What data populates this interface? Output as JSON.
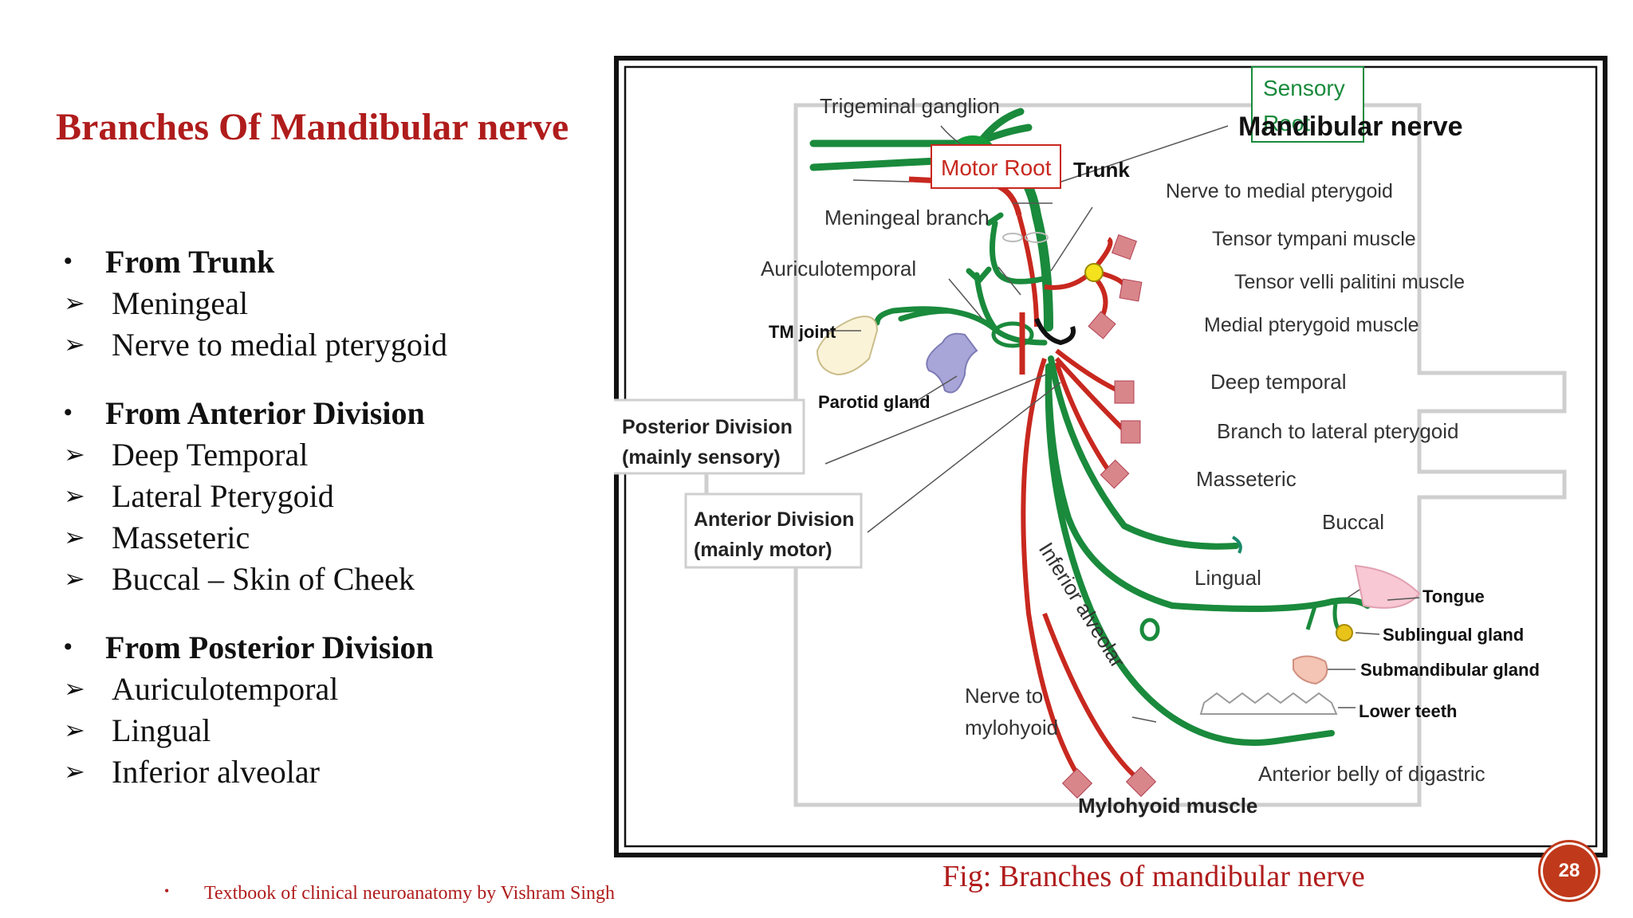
{
  "slide": {
    "title": "Branches Of Mandibular nerve",
    "sections": [
      {
        "heading": "From Trunk",
        "items": [
          "Meningeal",
          "Nerve to medial pterygoid"
        ]
      },
      {
        "heading": "From Anterior Division",
        "items": [
          "Deep Temporal",
          "Lateral Pterygoid",
          "Masseteric",
          "Buccal – Skin of Cheek"
        ]
      },
      {
        "heading": "From Posterior Division",
        "items": [
          "Auriculotemporal",
          "Lingual",
          "Inferior alveolar"
        ]
      }
    ],
    "reference": "Textbook of clinical neuroanatomy by Vishram Singh",
    "page_number": "28"
  },
  "figure": {
    "caption": "Fig: Branches of mandibular nerve",
    "labels": {
      "trigeminal_ganglion": "Trigeminal ganglion",
      "sensory_root_line1": "Sensory",
      "sensory_root_line2": "Root",
      "mandibular_nerve": "Mandibular nerve",
      "motor_root": "Motor Root",
      "trunk": "Trunk",
      "nerve_to_medial_pterygoid": "Nerve to medial pterygoid",
      "meningeal_branch": "Meningeal branch",
      "tensor_tympani": "Tensor tympani muscle",
      "auriculotemporal": "Auriculotemporal",
      "tensor_velli": "Tensor velli palitini muscle",
      "tm_joint": "TM joint",
      "medial_pterygoid_muscle": "Medial pterygoid muscle",
      "parotid_gland": "Parotid gland",
      "deep_temporal": "Deep temporal",
      "posterior_division_line1": "Posterior Division",
      "posterior_division_line2": "(mainly sensory)",
      "branch_lateral_pterygoid": "Branch to lateral pterygoid",
      "masseteric": "Masseteric",
      "buccal": "Buccal",
      "anterior_division_line1": "Anterior Division",
      "anterior_division_line2": "(mainly motor)",
      "lingual": "Lingual",
      "tongue": "Tongue",
      "inferior_alveolar": "Inferior alveolar",
      "sublingual_gland": "Sublingual gland",
      "submandibular_gland": "Submandibular gland",
      "nerve_to_mylohyoid_line1": "Nerve to",
      "nerve_to_mylohyoid_line2": "mylohyoid",
      "lower_teeth": "Lower teeth",
      "anterior_belly_digastric": "Anterior belly of digastric",
      "mylohyoid_muscle": "Mylohyoid muscle"
    },
    "colors": {
      "sensory_nerve": "#1a8a3c",
      "motor_nerve": "#c8281f",
      "muscle": "#d9868b",
      "title": "#b01c1c"
    }
  }
}
